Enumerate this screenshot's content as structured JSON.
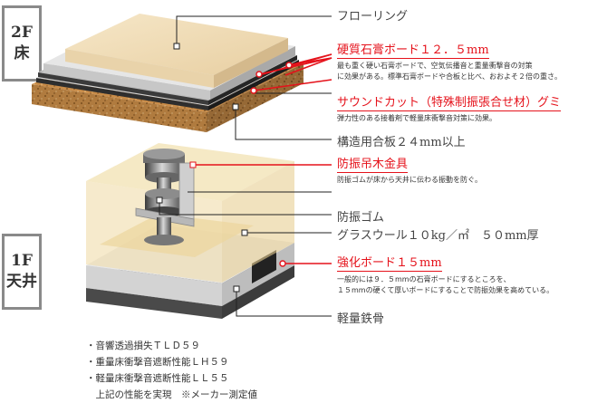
{
  "floor_tags": {
    "upper": [
      "2F",
      "床"
    ],
    "lower": [
      "1F",
      "天井"
    ]
  },
  "labels": {
    "flooring": "フローリング",
    "hard_gypsum": "硬質石膏ボード１２．５mm",
    "hard_gypsum_desc": [
      "最も重く硬い石膏ボードで、空気伝播音と重量衝撃音の対策",
      "に効果がある。標準石膏ボードや合板と比べ、おおよそ２倍の重さ。"
    ],
    "sound_cut": "サウンドカット（特殊制振張合せ材）グミ",
    "sound_cut_desc": "弾力性のある接着剤で軽量床衝撃音対策に効果。",
    "structural_plywood": "構造用合板２４mm以上",
    "hanger": "防振吊木金具",
    "hanger_desc": "防振ゴムが床から天井に伝わる振動を防ぐ。",
    "rubber": "防振ゴム",
    "glass_wool": "グラスウール１０kg／㎡　５０mm厚",
    "reinforced_board": "強化ボード１５mm",
    "reinforced_desc": [
      "一般的には９．５mmの石膏ボードにするところを、",
      "１５mmの硬くて厚いボードにすることで防振効果を高めている。"
    ],
    "steel": "軽量鉄骨"
  },
  "specs": [
    "・音響透過損失ＴＬＤ５９",
    "・重量床衝撃音遮断性能ＬＨ５９",
    "・軽量床衝撃音遮断性能ＬＬ５５",
    "　上記の性能を実現　※メーカー測定値"
  ],
  "colors": {
    "accent": "#e5121b",
    "leader": "#222222",
    "label": "#444444"
  }
}
